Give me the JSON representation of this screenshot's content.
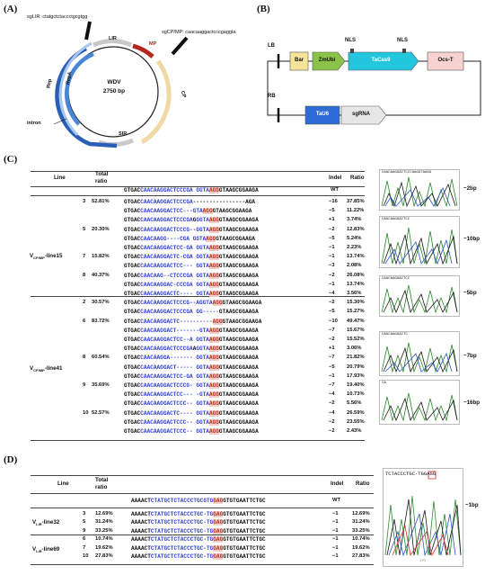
{
  "panels": {
    "A": "(A)",
    "B": "(B)",
    "C": "(C)",
    "D": "(D)"
  },
  "panelA": {
    "sglir": "sgLIR: ctatgctctaccctgcgtgg",
    "sgcp": "sgCP/MP: caacaaggactcccgaggta",
    "center_title": "WDV",
    "center_sub": "2750 bp",
    "lir": "LIR",
    "mp": "MP",
    "cp": "CP",
    "rep": "Rep",
    "repa": "RepA",
    "sir": "SIR",
    "intron": "intron"
  },
  "panelB": {
    "lb": "LB",
    "rb": "RB",
    "bar": "Bar",
    "zmubi": "ZmUbi",
    "nls1": "NLS",
    "nls2": "NLS",
    "tacas9": "TaCas9",
    "ocst": "Ocs-T",
    "tau6": "TaU6",
    "sgrna": "sgRNA",
    "colors": {
      "bar": "#f6e49a",
      "zmubi": "#8bc34a",
      "tacas9": "#22c7dd",
      "ocst": "#f6d3d0",
      "tau6": "#2e6bd6",
      "sgrna": "#e6e6e6"
    }
  },
  "panelC": {
    "headers": {
      "line": "Line",
      "total": "Total",
      "ratio_sub": "ratio",
      "indel": "Indel",
      "ratio": "Ratio"
    },
    "wt": {
      "seq": [
        [
          "k",
          "GTGAC"
        ],
        [
          "b",
          "CAACAAGGACTCCCGA"
        ],
        [
          "k",
          " "
        ],
        [
          "b",
          "GGTA"
        ],
        [
          "r",
          "AGG"
        ],
        [
          "k",
          "GTAAGCGGAAGA"
        ]
      ],
      "indel": "WT"
    },
    "group1_label": "V",
    "group1_sub": "CP/MP",
    "group1_suffix": "-line15",
    "group2_label": "V",
    "group2_sub": "CP/MP",
    "group2_suffix": "-line41",
    "rows": [
      {
        "line": "3",
        "total": "52.81%",
        "seq": [
          [
            "k",
            "GTGAC"
          ],
          [
            "b",
            "CAACAAGGACTCCCGA"
          ],
          [
            "k",
            "----------------AGA"
          ]
        ],
        "indel": "−16",
        "ratio": "37.85%"
      },
      {
        "line": "",
        "total": "",
        "seq": [
          [
            "k",
            "GTGAC"
          ],
          [
            "b",
            "CAACAAGGACTCC--"
          ],
          [
            "b",
            "-GTA"
          ],
          [
            "r",
            "AGG"
          ],
          [
            "k",
            "GTAAGCGGAAGA"
          ]
        ],
        "indel": "−5",
        "ratio": "11.22%"
      },
      {
        "line": "",
        "total": "",
        "seq": [
          [
            "k",
            "GTGAC"
          ],
          [
            "b",
            "CAACAAGGACTCCCGA"
          ],
          [
            "k",
            "G"
          ],
          [
            "b",
            "GGTA"
          ],
          [
            "r",
            "AGG"
          ],
          [
            "k",
            "GTAAGCGGAAGA"
          ]
        ],
        "indel": "+1",
        "ratio": "3.74%"
      },
      {
        "line": "5",
        "total": "20.30%",
        "seq": [
          [
            "k",
            "GTGAC"
          ],
          [
            "b",
            "CAACAAGGACTCCCG-"
          ],
          [
            "k",
            "-"
          ],
          [
            "b",
            "GGTA"
          ],
          [
            "r",
            "AGG"
          ],
          [
            "k",
            "GTAAGCGGAAGA"
          ]
        ],
        "indel": "−2",
        "ratio": "12.83%"
      },
      {
        "line": "",
        "total": "",
        "seq": [
          [
            "k",
            "GTGAC"
          ],
          [
            "b",
            "CAACAAGG----CGA"
          ],
          [
            "k",
            " "
          ],
          [
            "b",
            "GGTA"
          ],
          [
            "r",
            "AGG"
          ],
          [
            "k",
            "GTAAGCGGAAGA"
          ]
        ],
        "indel": "−5",
        "ratio": "5.24%"
      },
      {
        "line": "",
        "total": "",
        "seq": [
          [
            "k",
            "GTGAC"
          ],
          [
            "b",
            "CAACAAGGACTCC-GA"
          ],
          [
            "k",
            " "
          ],
          [
            "b",
            "GGTA"
          ],
          [
            "r",
            "AGG"
          ],
          [
            "k",
            "GTAAGCGGAAGA"
          ]
        ],
        "indel": "−1",
        "ratio": "2.23%"
      },
      {
        "line": "7",
        "total": "15.82%",
        "seq": [
          [
            "k",
            "GTGAC"
          ],
          [
            "b",
            "CAACAAGGACTC-CGA"
          ],
          [
            "k",
            " "
          ],
          [
            "b",
            "GGTA"
          ],
          [
            "r",
            "AGG"
          ],
          [
            "k",
            "GTAAGCGGAAGA"
          ]
        ],
        "indel": "−1",
        "ratio": "13.74%"
      },
      {
        "line": "",
        "total": "",
        "seq": [
          [
            "k",
            "GTGAC"
          ],
          [
            "b",
            "CAACAAGGACTCC---"
          ],
          [
            "k",
            " "
          ],
          [
            "b",
            "GGTA"
          ],
          [
            "r",
            "AGG"
          ],
          [
            "k",
            "GTAAGCGGAAGA"
          ]
        ],
        "indel": "−3",
        "ratio": "2.08%"
      },
      {
        "line": "8",
        "total": "40.37%",
        "seq": [
          [
            "k",
            "GTGAC"
          ],
          [
            "b",
            "CAACAAG--CTCCCGA"
          ],
          [
            "k",
            " "
          ],
          [
            "b",
            "GGTA"
          ],
          [
            "r",
            "AGG"
          ],
          [
            "k",
            "GTAAGCGGAAGA"
          ]
        ],
        "indel": "−2",
        "ratio": "26.08%"
      },
      {
        "line": "",
        "total": "",
        "seq": [
          [
            "k",
            "GTGAC"
          ],
          [
            "b",
            "CAACAAGGAC-CCCGA"
          ],
          [
            "k",
            " "
          ],
          [
            "b",
            "GGTA"
          ],
          [
            "r",
            "AGG"
          ],
          [
            "k",
            "GTAAGCGGAAGA"
          ]
        ],
        "indel": "−1",
        "ratio": "13.74%"
      },
      {
        "line": "",
        "total": "",
        "seq": [
          [
            "k",
            "GTGAC"
          ],
          [
            "b",
            "CAACAAGGACTC----"
          ],
          [
            "k",
            " "
          ],
          [
            "b",
            "GGTA"
          ],
          [
            "r",
            "AGG"
          ],
          [
            "k",
            "GTAAGCGGAAGA"
          ]
        ],
        "indel": "−4",
        "ratio": "3.56%"
      },
      {
        "line": "2",
        "total": "30.57%",
        "seq": [
          [
            "k",
            "GTGAC"
          ],
          [
            "b",
            "CAACAAGGACTCCCG--A"
          ],
          [
            "b",
            "GGTA"
          ],
          [
            "r",
            "AGG"
          ],
          [
            "k",
            "GTAAGCGGAAGA"
          ]
        ],
        "indel": "−2",
        "ratio": "15.30%"
      },
      {
        "line": "",
        "total": "",
        "seq": [
          [
            "k",
            "GTGAC"
          ],
          [
            "b",
            "CAACAAGGACTCCCGA"
          ],
          [
            "k",
            " "
          ],
          [
            "b",
            "GG-----"
          ],
          [
            "k",
            "GTAAGCGGAAGA"
          ]
        ],
        "indel": "−5",
        "ratio": "15.27%"
      },
      {
        "line": "6",
        "total": "83.72%",
        "seq": [
          [
            "k",
            "GTGAC"
          ],
          [
            "b",
            "CAACAAGGACTC------"
          ],
          [
            "b",
            "----"
          ],
          [
            "r",
            "AGG"
          ],
          [
            "k",
            "GTAAGCGGAAGA"
          ]
        ],
        "indel": "−10",
        "ratio": "49.47%"
      },
      {
        "line": "",
        "total": "",
        "seq": [
          [
            "k",
            "GTGAC"
          ],
          [
            "b",
            "CAACAAGGACT-------"
          ],
          [
            "b",
            "GTA"
          ],
          [
            "r",
            "AGG"
          ],
          [
            "k",
            "GTAAGCGGAAGA"
          ]
        ],
        "indel": "−7",
        "ratio": "15.67%"
      },
      {
        "line": "",
        "total": "",
        "seq": [
          [
            "k",
            "GTGAC"
          ],
          [
            "b",
            "CAACAAGGACTCC--A"
          ],
          [
            "k",
            " "
          ],
          [
            "b",
            "GGTA"
          ],
          [
            "r",
            "AGG"
          ],
          [
            "k",
            "GTAAGCGGAAGA"
          ]
        ],
        "indel": "−2",
        "ratio": "15.52%"
      },
      {
        "line": "",
        "total": "",
        "seq": [
          [
            "k",
            "GTGAC"
          ],
          [
            "b",
            "CAACAAGGACTCCCGA"
          ],
          [
            "k",
            "A"
          ],
          [
            "b",
            "GGTA"
          ],
          [
            "r",
            "AGG"
          ],
          [
            "k",
            "GTAAGCGGAAGA"
          ]
        ],
        "indel": "+1",
        "ratio": "3.06%"
      },
      {
        "line": "8",
        "total": "60.54%",
        "seq": [
          [
            "k",
            "GTGAC"
          ],
          [
            "b",
            "CAACAAGGA-------"
          ],
          [
            "k",
            " "
          ],
          [
            "b",
            "GGTA"
          ],
          [
            "r",
            "AGG"
          ],
          [
            "k",
            "GTAAGCGGAAGA"
          ]
        ],
        "indel": "−7",
        "ratio": "21.82%"
      },
      {
        "line": "",
        "total": "",
        "seq": [
          [
            "k",
            "GTGAC"
          ],
          [
            "b",
            "CAACAAGGACT-----"
          ],
          [
            "k",
            " "
          ],
          [
            "b",
            "GGTA"
          ],
          [
            "r",
            "AGG"
          ],
          [
            "k",
            "GTAAGCGGAAGA"
          ]
        ],
        "indel": "−5",
        "ratio": "20.79%"
      },
      {
        "line": "",
        "total": "",
        "seq": [
          [
            "k",
            "GTGAC"
          ],
          [
            "b",
            "CAACAAGGACTCC-GA"
          ],
          [
            "k",
            " "
          ],
          [
            "b",
            "GGTA"
          ],
          [
            "r",
            "AGG"
          ],
          [
            "k",
            "GTAAGCGGAAGA"
          ]
        ],
        "indel": "−1",
        "ratio": "17.93%"
      },
      {
        "line": "9",
        "total": "35.69%",
        "seq": [
          [
            "k",
            "GTGAC"
          ],
          [
            "b",
            "CAACAAGGACTCCCG-"
          ],
          [
            "k",
            " "
          ],
          [
            "b",
            "GGTA"
          ],
          [
            "r",
            "AGG"
          ],
          [
            "k",
            "GTAAGCGGAAGA"
          ]
        ],
        "indel": "−7",
        "ratio": "19.40%"
      },
      {
        "line": "",
        "total": "",
        "seq": [
          [
            "k",
            "GTGAC"
          ],
          [
            "b",
            "CAACAAGGACTCC---"
          ],
          [
            "k",
            " "
          ],
          [
            "b",
            "-GTA"
          ],
          [
            "r",
            "AGG"
          ],
          [
            "k",
            "GTAAGCGGAAGA"
          ]
        ],
        "indel": "−4",
        "ratio": "10.73%"
      },
      {
        "line": "",
        "total": "",
        "seq": [
          [
            "k",
            "GTGAC"
          ],
          [
            "b",
            "CAACAAGGACTCCC--"
          ],
          [
            "k",
            " "
          ],
          [
            "b",
            "GGTA"
          ],
          [
            "r",
            "AGG"
          ],
          [
            "k",
            "GTAAGCGGAAGA"
          ]
        ],
        "indel": "−2",
        "ratio": "5.56%"
      },
      {
        "line": "10",
        "total": "52.57%",
        "seq": [
          [
            "k",
            "GTGAC"
          ],
          [
            "b",
            "CAACAAGGACTC----"
          ],
          [
            "k",
            " "
          ],
          [
            "b",
            "GGTA"
          ],
          [
            "r",
            "AGG"
          ],
          [
            "k",
            "GTAAGCGGAAGA"
          ]
        ],
        "indel": "−4",
        "ratio": "26.59%"
      },
      {
        "line": "",
        "total": "",
        "seq": [
          [
            "k",
            "GTGAC"
          ],
          [
            "b",
            "CAACAAGGACTCCC--"
          ],
          [
            "k",
            " "
          ],
          [
            "b",
            "GGTA"
          ],
          [
            "r",
            "AGG"
          ],
          [
            "k",
            "GTAAGCGGAAGA"
          ]
        ],
        "indel": "−2",
        "ratio": "23.55%"
      },
      {
        "line": "",
        "total": "",
        "seq": [
          [
            "k",
            "GTGAC"
          ],
          [
            "b",
            "CAACAAGGACTCCC--"
          ],
          [
            "k",
            " "
          ],
          [
            "b",
            "GGTA"
          ],
          [
            "r",
            "AGG"
          ],
          [
            "k",
            "GTAAGCGGAAGA"
          ]
        ],
        "indel": "−2",
        "ratio": "2.43%"
      }
    ],
    "chrom_labels": [
      "~2bp",
      "~10bp",
      "~5bp",
      "~7bp",
      "~16bp"
    ],
    "chrom_seqs": [
      "CAACAAGGACTCCCGAGGTAAGG",
      "CAACAAGGACTCC",
      "CAACAAGGACTCC",
      "CAACAAGGACTC",
      "CA"
    ]
  },
  "panelD": {
    "headers": {
      "line": "Line",
      "total": "Total",
      "ratio_sub": "ratio",
      "indel": "Indel",
      "ratio": "Ratio"
    },
    "wt": {
      "seq": [
        [
          "k",
          "AAAACT"
        ],
        [
          "b",
          "CTATGCTCTACCCTGCGTG"
        ],
        [
          "r",
          "GAG"
        ],
        [
          "k",
          "GTGTGAATTCTGC"
        ]
      ],
      "indel": "WT"
    },
    "group1_label": "V",
    "group1_sub": "LIR",
    "group1_suffix": "-line32",
    "group2_label": "V",
    "group2_sub": "LIR",
    "group2_suffix": "-line69",
    "rows": [
      {
        "line": "3",
        "total": "12.69%",
        "seq": [
          [
            "k",
            "AAAACT"
          ],
          [
            "b",
            "CTATGCTCTACCCTGC-TG"
          ],
          [
            "r",
            "GAG"
          ],
          [
            "k",
            "GTGTGAATTCTGC"
          ]
        ],
        "indel": "−1",
        "ratio": "12.69%"
      },
      {
        "line": "5",
        "total": "31.24%",
        "seq": [
          [
            "k",
            "AAAACT"
          ],
          [
            "b",
            "CTATGCTCTACCCTGC-TG"
          ],
          [
            "r",
            "GAG"
          ],
          [
            "k",
            "GTGTGAATTCTGC"
          ]
        ],
        "indel": "−1",
        "ratio": "31.24%"
      },
      {
        "line": "9",
        "total": "33.25%",
        "seq": [
          [
            "k",
            "AAAACT"
          ],
          [
            "b",
            "CTATGCTCTACCCTGC-TG"
          ],
          [
            "r",
            "GAG"
          ],
          [
            "k",
            "GTGTGAATTCTGC"
          ]
        ],
        "indel": "−1",
        "ratio": "33.25%"
      },
      {
        "line": "6",
        "total": "10.74%",
        "seq": [
          [
            "k",
            "AAAACT"
          ],
          [
            "b",
            "CTATGCTCTACCCTGC-TG"
          ],
          [
            "r",
            "GAG"
          ],
          [
            "k",
            "GTGTGAATTCTGC"
          ]
        ],
        "indel": "−1",
        "ratio": "10.74%"
      },
      {
        "line": "7",
        "total": "19.62%",
        "seq": [
          [
            "k",
            "AAAACT"
          ],
          [
            "b",
            "CTATGCTCTACCCTGC-TG"
          ],
          [
            "r",
            "GAG"
          ],
          [
            "k",
            "GTGTGAATTCTGC"
          ]
        ],
        "indel": "−1",
        "ratio": "19.62%"
      },
      {
        "line": "10",
        "total": "27.83%",
        "seq": [
          [
            "k",
            "AAAACT"
          ],
          [
            "b",
            "CTATGCTCTACCCTGC-TG"
          ],
          [
            "r",
            "GAG"
          ],
          [
            "k",
            "GTGTGAATTCTGC"
          ]
        ],
        "indel": "−1",
        "ratio": "27.83%"
      }
    ],
    "chrom_seq": "TCTACCCTGC·TGGAGG",
    "chrom_label": "~1bp",
    "chrom_tick": "170"
  }
}
